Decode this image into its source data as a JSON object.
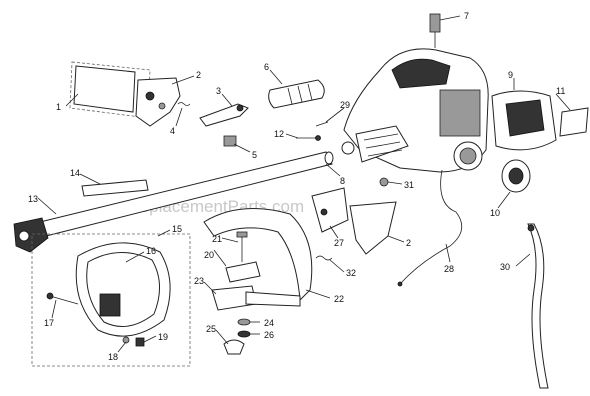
{
  "watermark": "eReplacementParts.com",
  "callouts": {
    "c1": "1",
    "c2": "2",
    "c3": "3",
    "c4": "4",
    "c5": "5",
    "c6": "6",
    "c7": "7",
    "c8": "8",
    "c9": "9",
    "c10": "10",
    "c11": "11",
    "c12": "12",
    "c13": "13",
    "c14": "14",
    "c15": "15",
    "c16": "16",
    "c17": "17",
    "c18": "18",
    "c19": "19",
    "c20": "20",
    "c21": "21",
    "c22": "22",
    "c23": "23",
    "c24": "24",
    "c25": "25",
    "c26": "26",
    "c27": "27",
    "c28": "28",
    "c29": "29",
    "c30": "30",
    "c31": "31",
    "c32": "32",
    "c2b": "2"
  }
}
